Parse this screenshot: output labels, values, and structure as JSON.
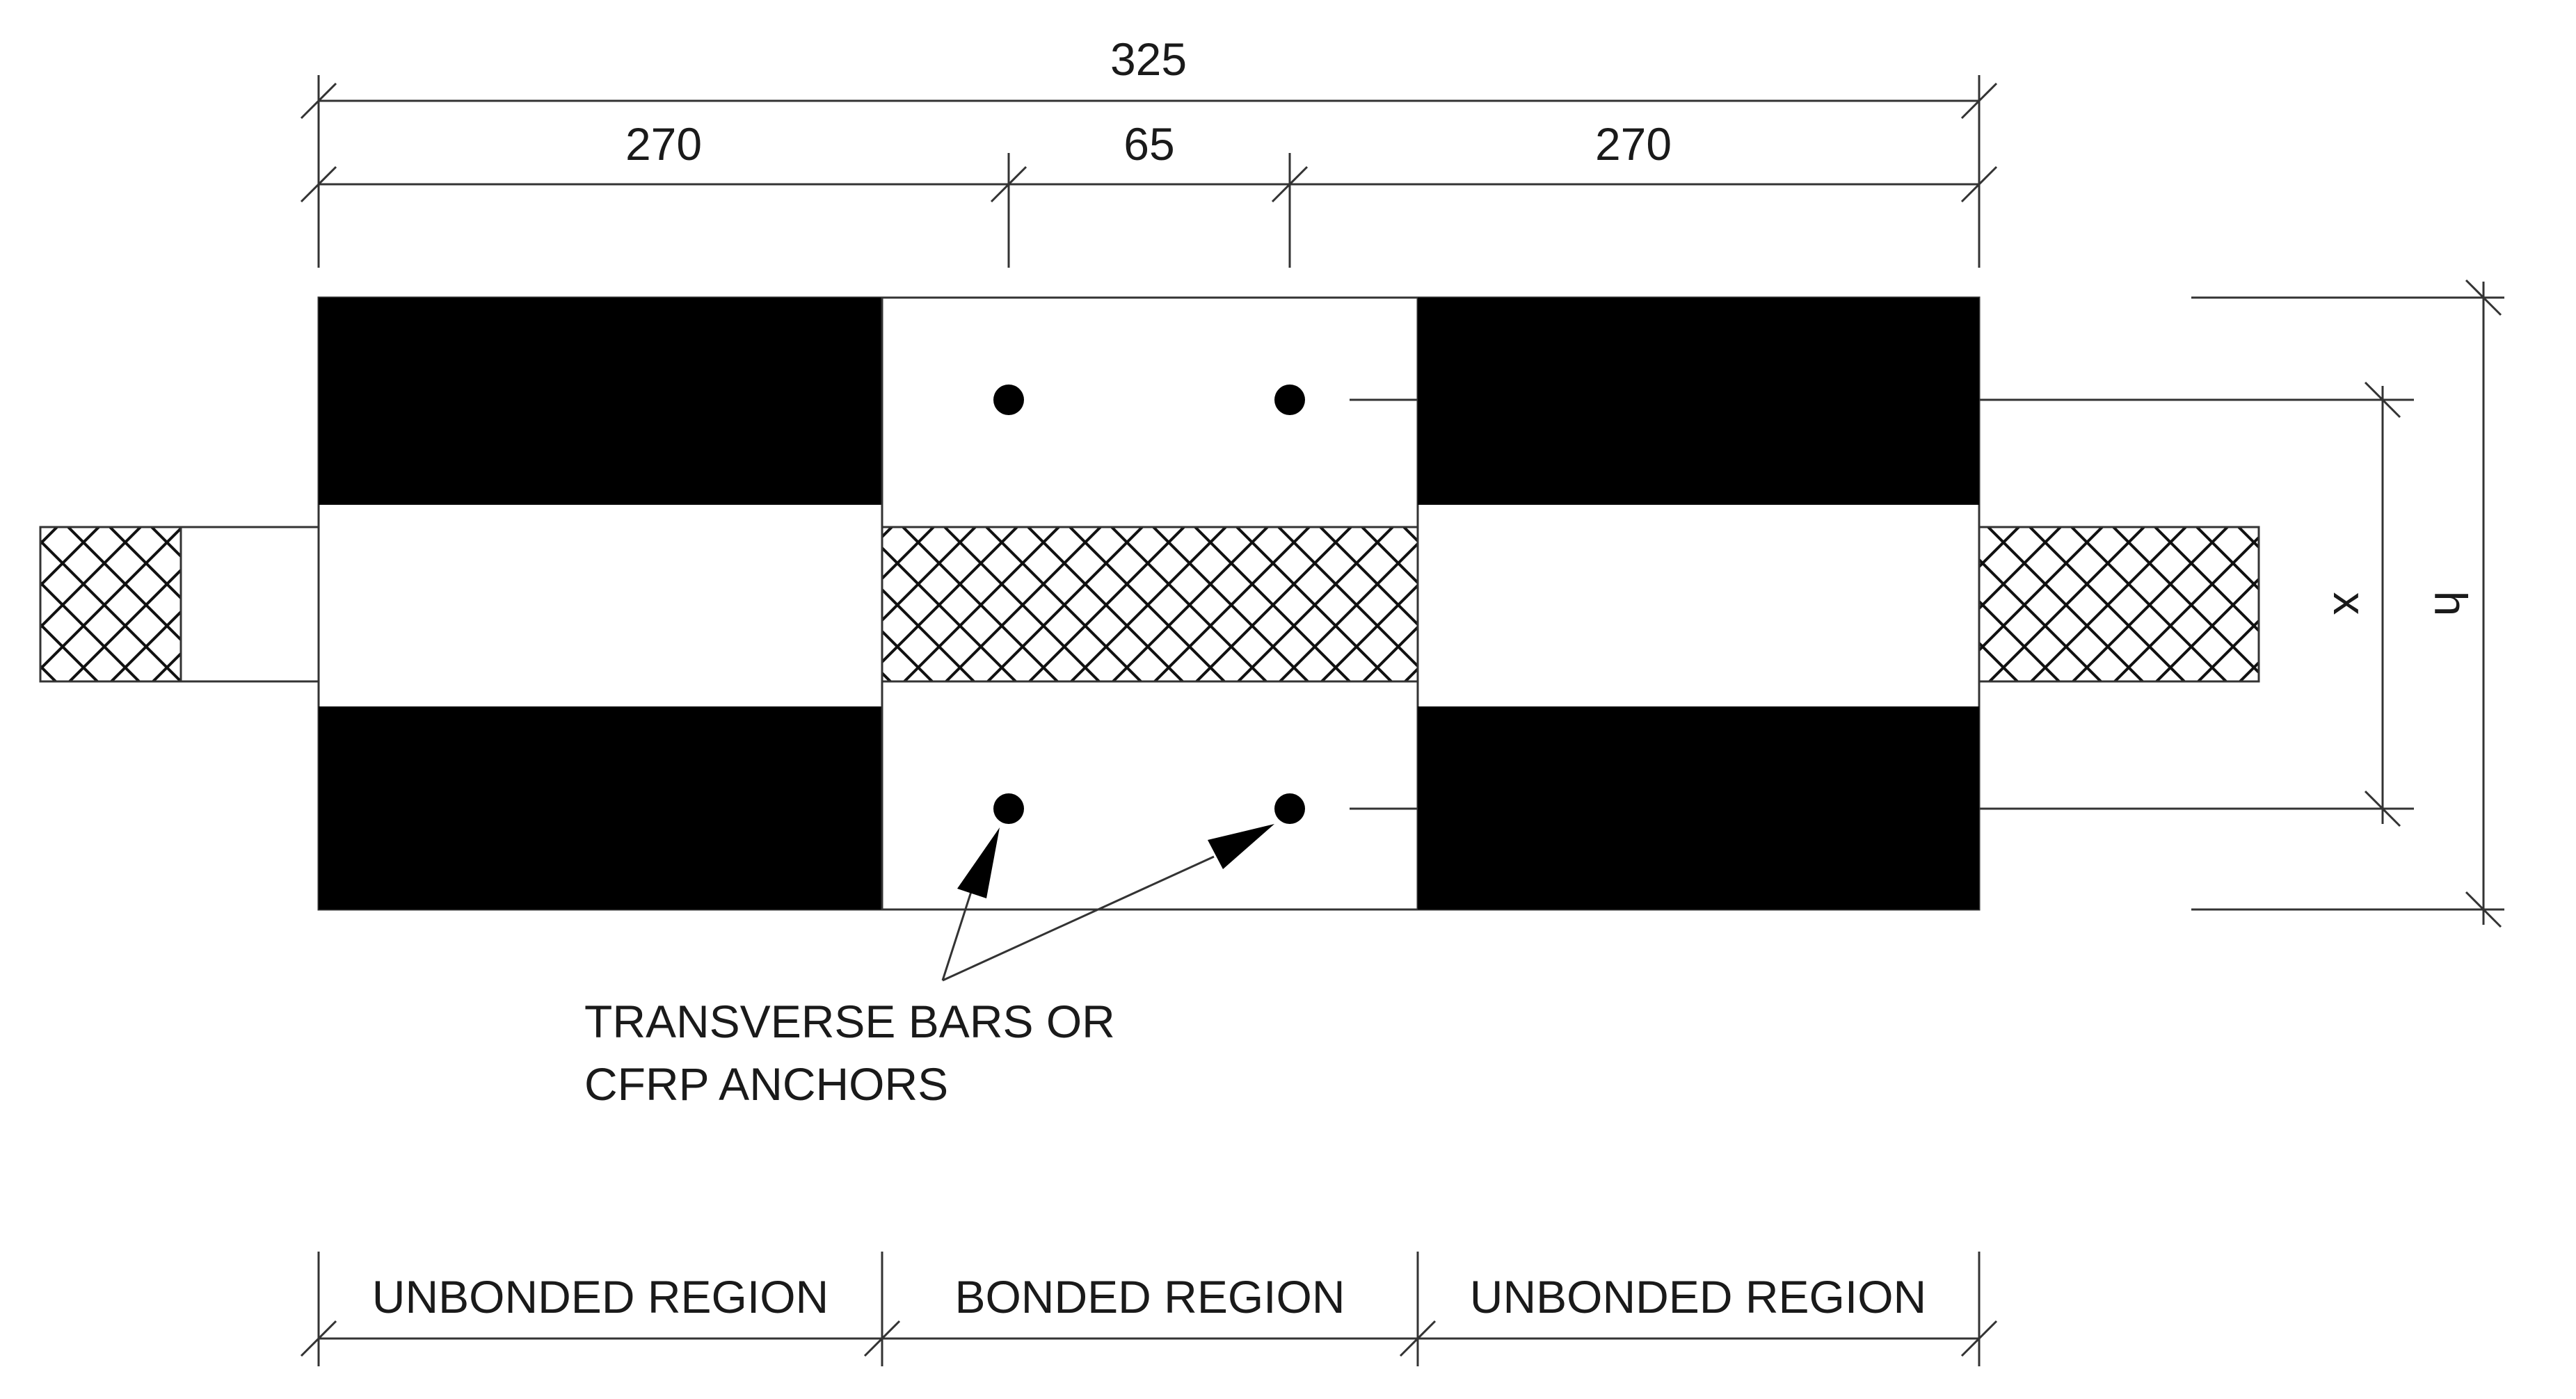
{
  "dimensions": {
    "overall": "325",
    "left": "270",
    "middle": "65",
    "right": "270"
  },
  "callout": {
    "line1": "TRANSVERSE BARS OR",
    "line2": "CFRP ANCHORS"
  },
  "regions": {
    "left": "UNBONDED REGION",
    "middle": "BONDED REGION",
    "right": "UNBONDED REGION"
  },
  "side_dims": {
    "x": "x",
    "h": "h"
  },
  "colors": {
    "ink": "#000000",
    "line": "#333333",
    "text": "#1a1a1a",
    "background": "#ffffff"
  }
}
